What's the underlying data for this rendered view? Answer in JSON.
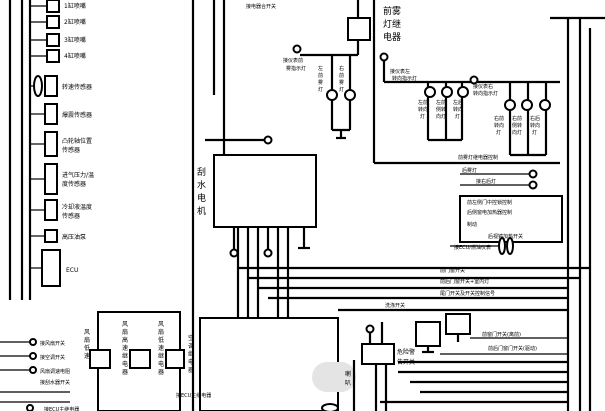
{
  "labels": {
    "injector1": "1缸喷嘴",
    "injector2": "2缸喷嘴",
    "injector3": "3缸喷嘴",
    "injector4": "4缸喷嘴",
    "speed_sensor": "转速传感器",
    "knock_sensor": "爆震传感器",
    "throttle_sensor_1": "凸轮轴位置",
    "throttle_sensor_2": "传感器",
    "intake_temp_1": "进气压力/温",
    "intake_temp_2": "度传感器",
    "coolant_temp_1": "冷却液温度",
    "coolant_temp_2": "传感器",
    "high_pressure_valve": "高压油泵",
    "ecu": "ECU",
    "wiper_motor": "刮水电机",
    "front_fog_relay": "前雾灯继电器",
    "front_fog_switch": "接电器合开关",
    "fog_indicator_1": "接仪表前",
    "fog_indicator_2": "雾指示灯",
    "fog_left_1": "左前",
    "fog_left_2": "雾灯",
    "fog_right_1": "右前",
    "fog_right_2": "雾灯",
    "turn_ind_left_1": "接仪表左",
    "turn_ind_left_2": "转向指示灯",
    "turn_ind_right_1": "接仪表右",
    "turn_ind_right_2": "转向指示灯",
    "lt_front_turn": "左前转向灯",
    "lt_side_turn": "左侧转向灯",
    "lt_rear_turn": "左后转向灯",
    "rt_front_turn": "右前转向灯",
    "rt_side_turn": "右侧转向灯",
    "rt_rear_turn": "右后转向灯",
    "fog_relay_ctrl": "前雾灯继电器控制",
    "hazard_switch": "危险警告灯开关",
    "rear_fog_lamp": "后雾灯",
    "rear_fog_right": "接右后灯",
    "front_left_ctrl": "前左侧门中控锁控制",
    "rear_left_ctrl": "后侧窗电加热器控制",
    "brake_light": "制动",
    "rear_fog_ctrl": "后视镜加热开关",
    "ecu_fuel": "接ECU/燃油仪表",
    "door_switch_1": "前门窗开关",
    "door_switch_2": "前后门窗开关+室内灯",
    "door_switch_3": "尾门开关及开关控制信号",
    "wash_switch": "洗涤开关",
    "window_switch": "前窗门开关(离前)",
    "window_switch_2": "前后门窗门开关(驱动)",
    "fan_relay_1": "风扇高速继电器",
    "fan_relay_2": "风扇低速继电器",
    "fan_relay_3": "冷却风扇",
    "fan_relay_4": "风扇调速电阻",
    "ac_relay": "空调继电器",
    "fan_switch": "接风扇开关",
    "ac_switch": "接空调开关",
    "wiper_switch": "接刮水器开关",
    "rear_wiper": "危险警",
    "rear_wiper_2": "告开关",
    "horn": "喇叭",
    "horn_2": "灯",
    "bottom_line": "接ECU主继电器"
  }
}
